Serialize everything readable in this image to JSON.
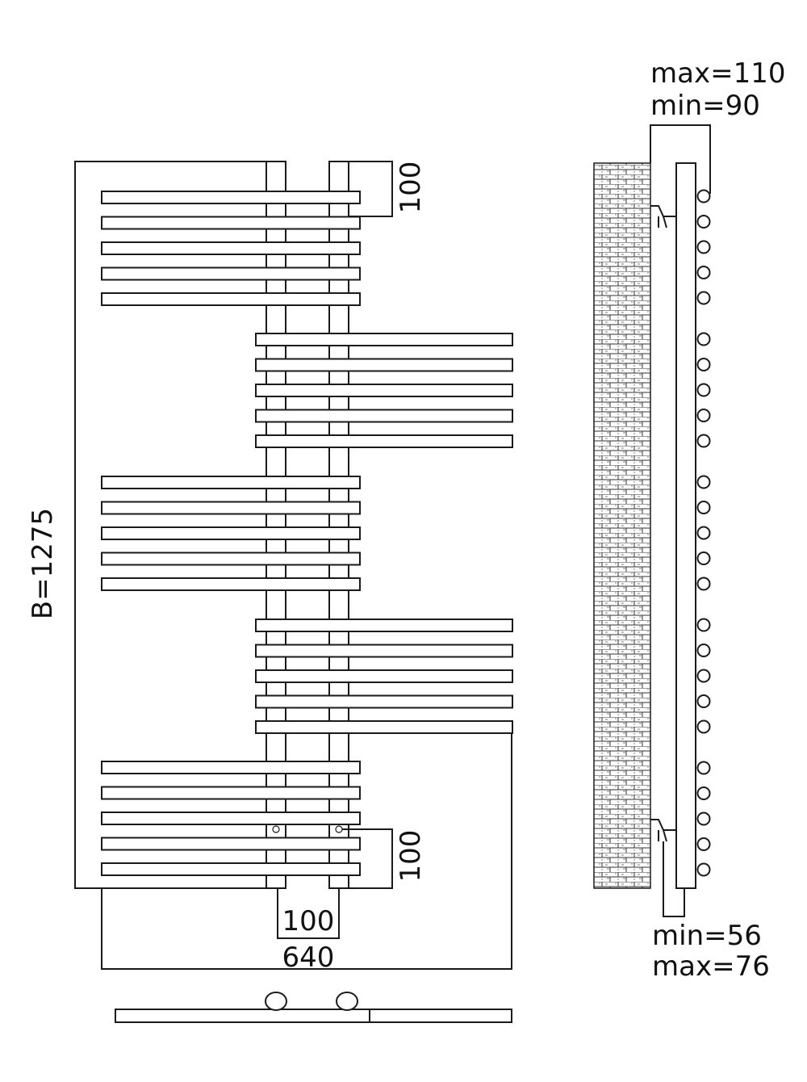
{
  "front_view": {
    "height_label": "B=1275",
    "top_spacing_label": "100",
    "bottom_spacing_label": "100",
    "pipe_spacing_label": "100",
    "width_label": "640"
  },
  "side_view": {
    "top_label_line1": "max=110",
    "top_label_line2": "min=90",
    "bottom_label_line1": "min=56",
    "bottom_label_line2": "max=76"
  },
  "colors": {
    "line": "#1a1a1a",
    "background": "#ffffff"
  }
}
